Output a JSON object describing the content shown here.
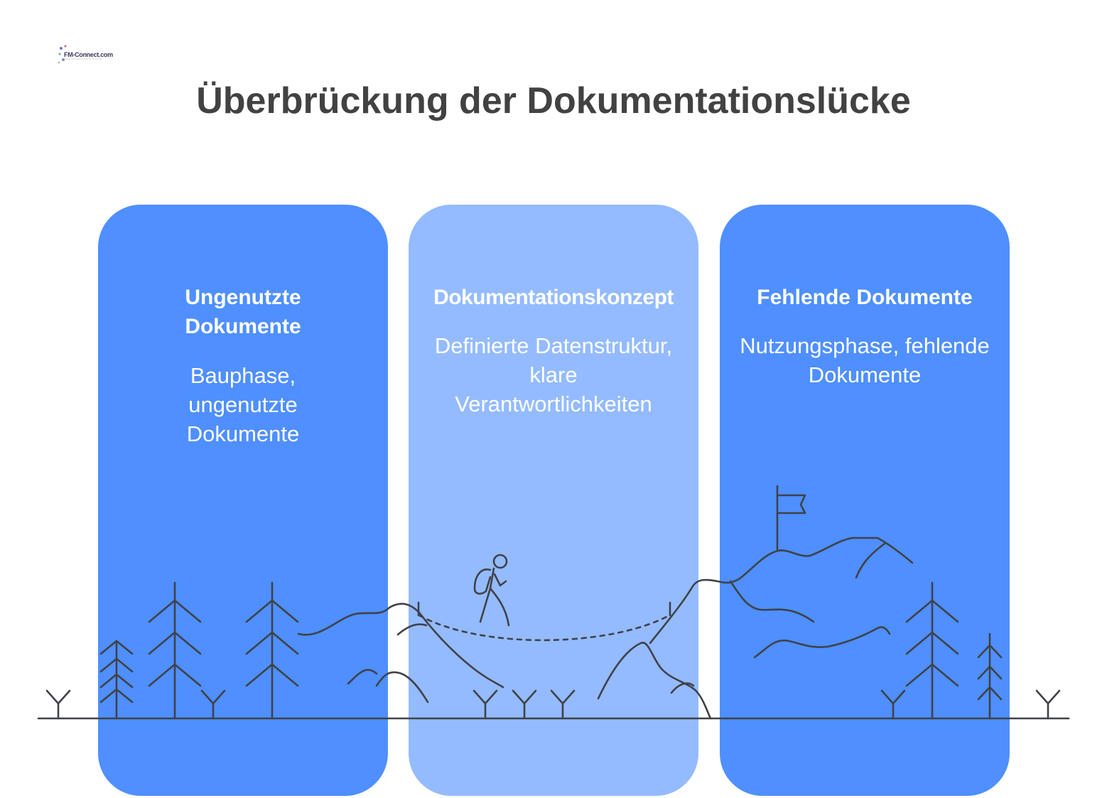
{
  "logo": {
    "text": "FM-Connect.com"
  },
  "title": "Überbrückung der Dokumentationslücke",
  "panels": [
    {
      "title": "Ungenutzte Dokumente",
      "description": "Bauphase, ungenutzte Dokumente",
      "color": "#4f8fff"
    },
    {
      "title": "Dokumentationskonzept",
      "description": "Definierte Datenstruktur, klare Verantwortlichkeiten",
      "color": "#94bbff"
    },
    {
      "title": "Fehlende Dokumente",
      "description": "Nutzungsphase, fehlende Dokumente",
      "color": "#4f8fff"
    }
  ],
  "colors": {
    "line": "#3f4248",
    "title": "#424242"
  },
  "icons": [
    "fir-tree-icon",
    "grass-sprout-icon",
    "hiker-icon",
    "mountain-icon",
    "flag-icon"
  ]
}
